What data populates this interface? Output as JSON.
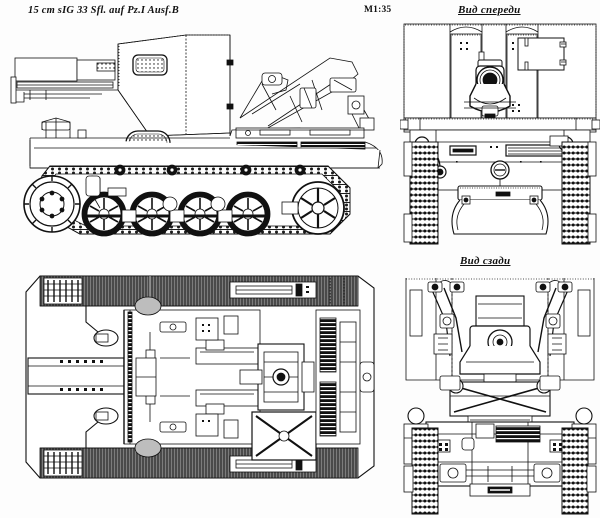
{
  "sheet": {
    "title": "15 cm sIG 33 Sfl. auf Pz.I Ausf.B",
    "scale": "M1:35",
    "front_view_label": "Вид спереди",
    "rear_view_label": "Вид сзади",
    "background_color": "#fdfdfd",
    "line_color": "#111111",
    "shading_color": "#3a3a3a"
  },
  "views": {
    "side": {
      "name": "side-elevation",
      "description": "Left side elevation: 15 cm sIG 33 gun on Panzer I Ausf.B chassis with open-topped armoured superstructure, gun barrel forward, running gear with drive sprocket, five road wheels, rear idler and track"
    },
    "front": {
      "name": "front-elevation",
      "label": "Вид спереди",
      "description": "Front elevation showing gun muzzle between shield plates, hull front with vision slit, headlight and both tracks"
    },
    "plan": {
      "name": "plan-view",
      "description": "Top plan view showing gun barrel, recoil cradle, interior of fighting compartment, engine deck louvres and track runs"
    },
    "rear": {
      "name": "rear-elevation",
      "label": "Вид сзади",
      "description": "Rear elevation showing gun breech, trail mounting, rear hull plate, exhaust and both tracks"
    }
  }
}
